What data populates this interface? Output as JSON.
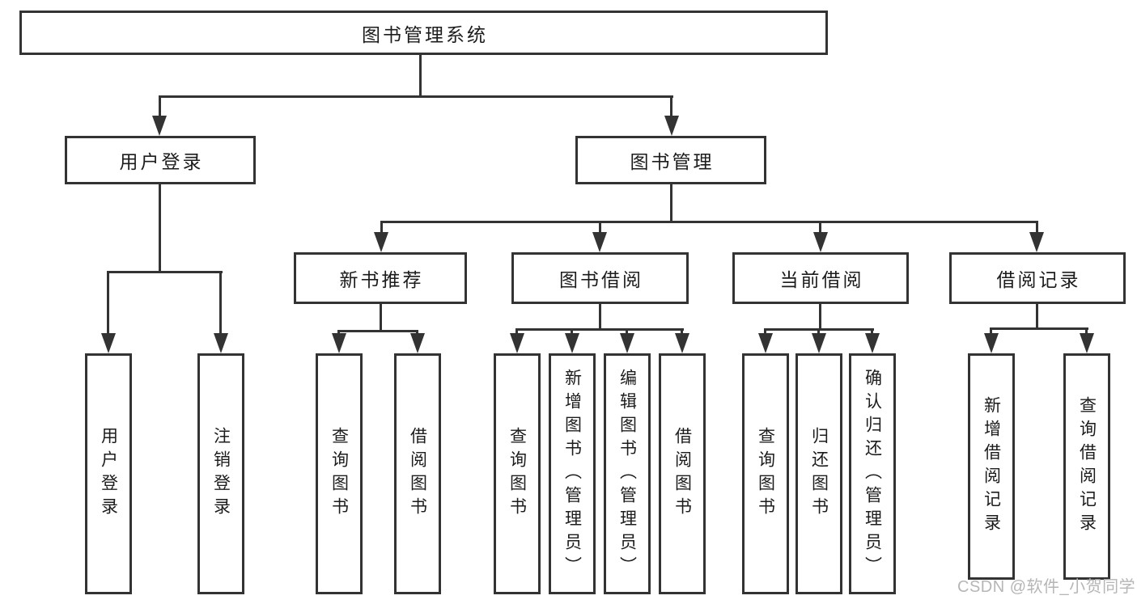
{
  "diagram": {
    "title": "图书管理系统",
    "level2": {
      "user_login": "用户登录",
      "book_mgmt": "图书管理"
    },
    "level3": {
      "new_books": "新书推荐",
      "book_borrow": "图书借阅",
      "current_borrow": "当前借阅",
      "borrow_records": "借阅记录"
    },
    "leaves": {
      "user_login_leaf": "用户登录",
      "logout": "注销登录",
      "nb_query_books": "查询图书",
      "nb_borrow_books": "借阅图书",
      "bb_query_books": "查询图书",
      "bb_add_books": "新增图书（管理员）",
      "bb_edit_books": "编辑图书（管理员）",
      "bb_borrow_books": "借阅图书",
      "cb_query_books": "查询图书",
      "cb_return_books": "归还图书",
      "cb_confirm_return": "确认归还（管理员）",
      "br_add_record": "新增借阅记录",
      "br_query_record": "查询借阅记录"
    },
    "watermark": "CSDN @软件_小贺同学",
    "colors": {
      "line": "#333333",
      "text": "#1c1c1c",
      "watermark": "#b6b6b6",
      "background": "#ffffff"
    }
  }
}
